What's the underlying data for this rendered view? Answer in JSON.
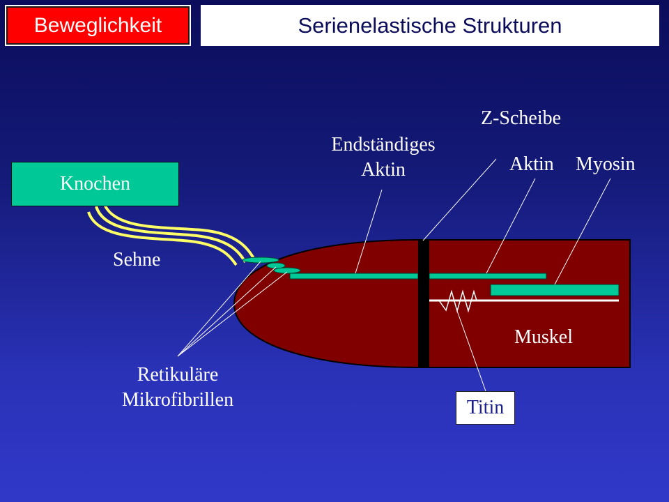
{
  "header": {
    "topic": "Beweglichkeit",
    "title": "Serienelastische Strukturen"
  },
  "labels": {
    "knochen": "Knochen",
    "sehne": "Sehne",
    "retikulaere_line1": "Retikuläre",
    "retikulaere_line2": "Mikrofibrillen",
    "endstaendiges_line1": "Endständiges",
    "endstaendiges_line2": "Aktin",
    "z_scheibe": "Z-Scheibe",
    "aktin": "Aktin",
    "myosin": "Myosin",
    "muskel": "Muskel",
    "titin": "Titin"
  },
  "colors": {
    "background": "#141a78",
    "topic_tab": "#ff0000",
    "muscle": "#800000",
    "filament": "#00c896",
    "tendon": "#ffff66",
    "z_disc": "#000000"
  }
}
